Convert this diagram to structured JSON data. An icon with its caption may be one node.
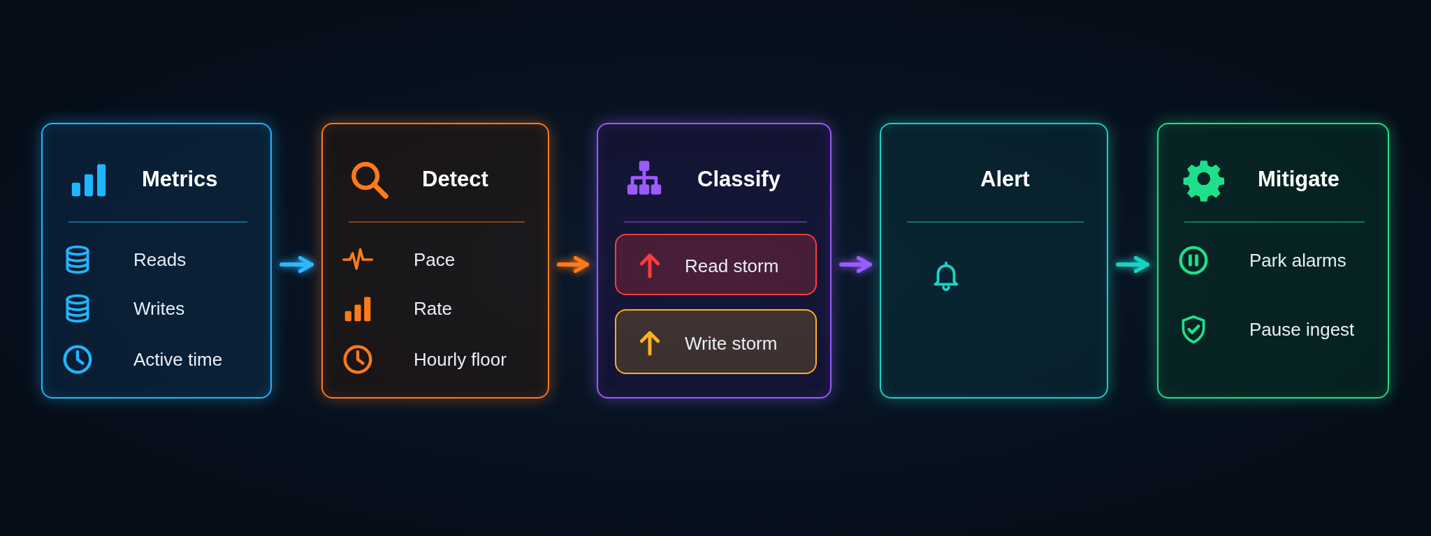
{
  "diagram": {
    "nodes": [
      {
        "text": [
          "Metrics",
          "Reads",
          "Writes",
          "Active time"
        ]
      },
      {
        "text": [
          "Detect",
          "Pace",
          "Rate",
          "Hourly floor"
        ]
      },
      {
        "text": [
          "Classify"
        ]
      },
      {
        "text": [
          "Read storm"
        ],
        "in": 2
      },
      {
        "text": [
          "Write storm"
        ],
        "in": 2
      },
      {
        "text": [
          "Alert"
        ]
      },
      {
        "text": [
          "Mitigate",
          "Park alarms",
          "Pause ingest"
        ]
      }
    ],
    "edges": [
      {
        "from": 0,
        "to": 1,
        "arrow": "to",
        "color": "#2eb8ff"
      },
      {
        "from": 1,
        "to": 2,
        "arrow": "to",
        "color": "#ff7a1a"
      },
      {
        "from": 2,
        "to": 5,
        "arrow": "to",
        "color": "#9b5cff"
      },
      {
        "from": 5,
        "to": 6,
        "arrow": "to",
        "color": "#19d3c5"
      }
    ]
  }
}
